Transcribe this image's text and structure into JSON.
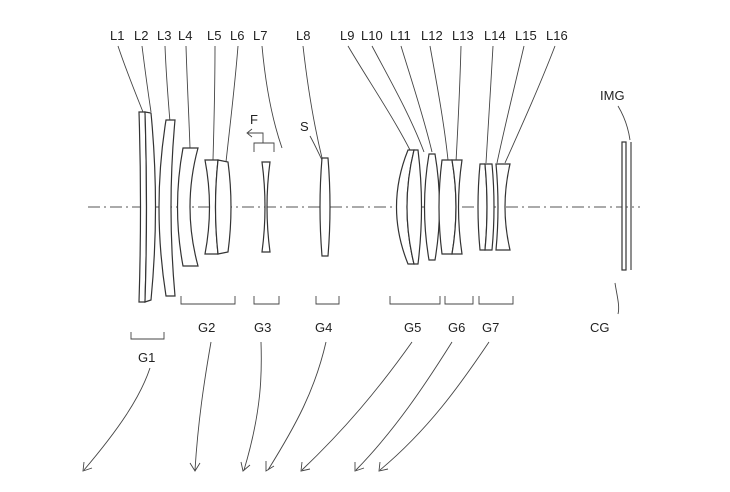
{
  "lens_labels": [
    "L1",
    "L2",
    "L3",
    "L4",
    "L5",
    "L6",
    "L7",
    "L8",
    "L9",
    "L10",
    "L11",
    "L12",
    "L13",
    "L14",
    "L15",
    "L16"
  ],
  "group_labels": [
    "G1",
    "G2",
    "G3",
    "G4",
    "G5",
    "G6",
    "G7",
    "CG"
  ],
  "image_label": "IMG",
  "focus_label": "F",
  "stop_label": "S"
}
